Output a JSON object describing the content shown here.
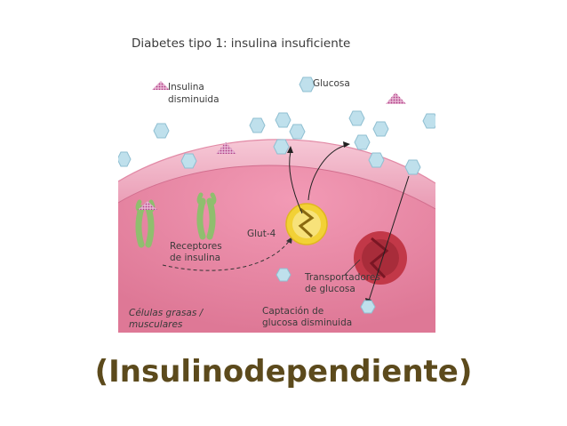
{
  "figure": {
    "title": "Diabetes tipo 1: insulina insuficiente",
    "labels": {
      "insulin_line1": "Insulina",
      "insulin_line2": "disminuida",
      "glucose": "Glucosa",
      "glut4": "Glut-4",
      "receptors_line1": "Receptores",
      "receptors_line2": "de insulina",
      "transporters_line1": "Transportadores",
      "transporters_line2": "de glucosa",
      "cells_line1": "Células grasas /",
      "cells_line2": "musculares",
      "uptake_line1": "Captación de",
      "uptake_line2": "glucosa disminuida"
    },
    "colors": {
      "glucose_fill": "#bfe0ec",
      "insulin_fill": "#c44f9a",
      "membrane": "#e9a8bd",
      "cell_interior": "#e6829e",
      "glut4": "#f3d23a",
      "transporter": "#c83a48",
      "receptor": "#a8cf87",
      "text": "#3a3a3a"
    }
  },
  "caption": {
    "text": "(Insulinodependiente)",
    "color": "#5c4a1c"
  }
}
